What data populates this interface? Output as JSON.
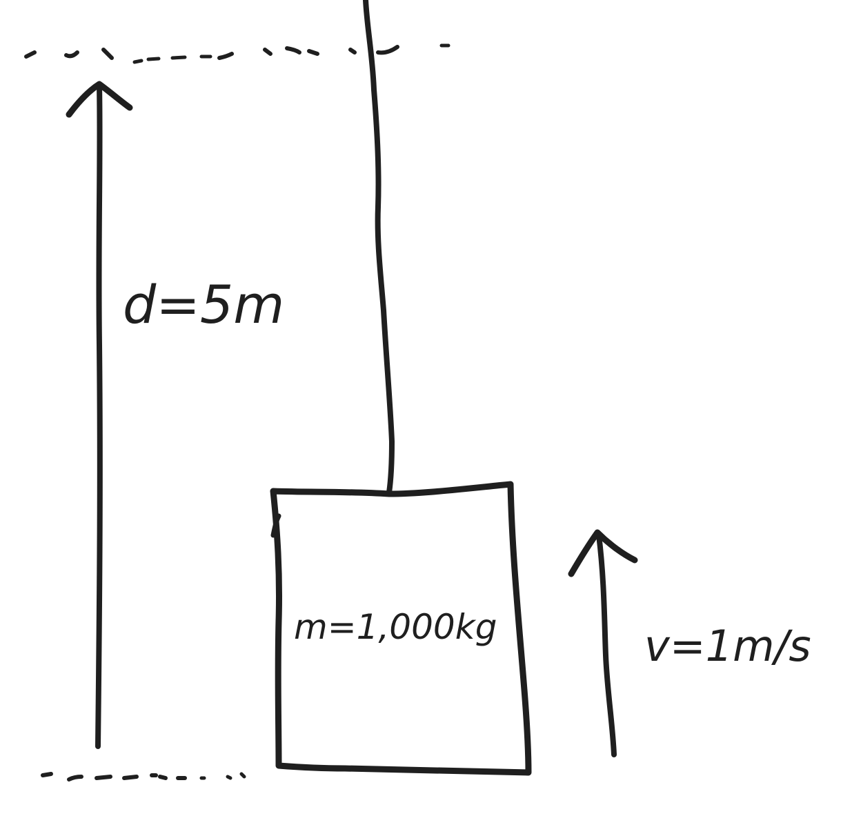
{
  "labels": {
    "distance": "d=5m",
    "mass": "m=1,000kg",
    "velocity": "v=1m/s"
  },
  "colors": {
    "ink": "#1f1f1f",
    "background": "#ffffff"
  }
}
